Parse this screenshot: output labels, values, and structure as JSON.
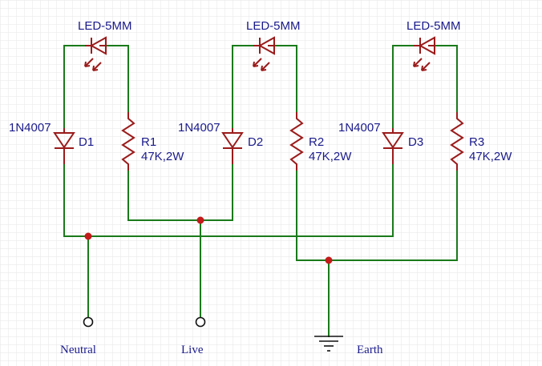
{
  "grid_color": "#e6e6e6",
  "wire_color": "#1a7a1a",
  "part_color": "#9b1b1b",
  "label_color": "#1a1a8c",
  "junction_color": "#c41a1a",
  "groups": [
    {
      "led": {
        "value": "LED-5MM"
      },
      "diode": {
        "value": "1N4007",
        "designator": "D1"
      },
      "resistor": {
        "designator": "R1",
        "value": "47K,2W"
      }
    },
    {
      "led": {
        "value": "LED-5MM"
      },
      "diode": {
        "value": "1N4007",
        "designator": "D2"
      },
      "resistor": {
        "designator": "R2",
        "value": "47K,2W"
      }
    },
    {
      "led": {
        "value": "LED-5MM"
      },
      "diode": {
        "value": "1N4007",
        "designator": "D3"
      },
      "resistor": {
        "designator": "R3",
        "value": "47K,2W"
      }
    }
  ],
  "nets": {
    "neutral": "Neutral",
    "live": "Live",
    "earth": "Earth"
  }
}
